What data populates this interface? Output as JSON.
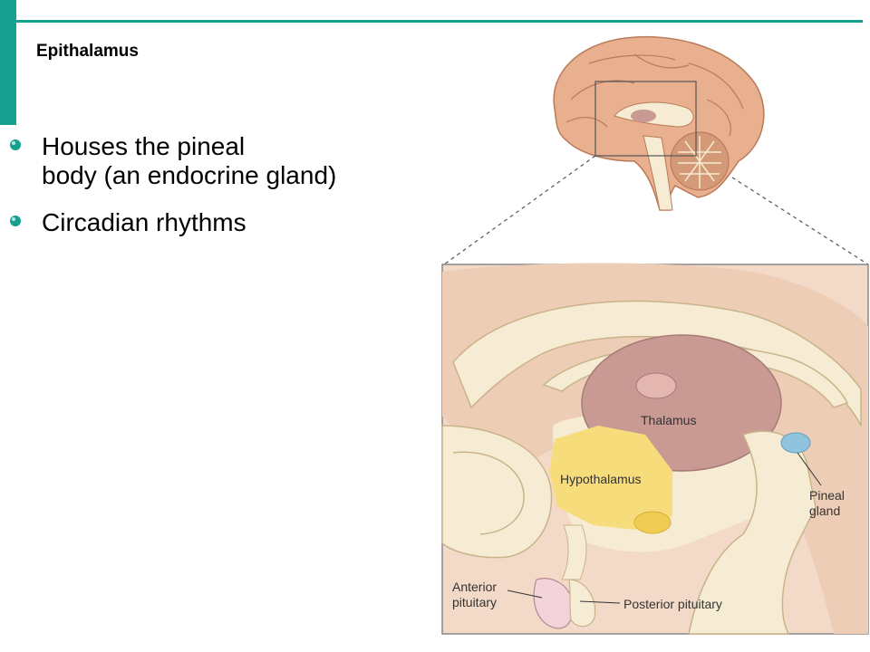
{
  "slide": {
    "title": "Epithalamus",
    "bullets": [
      {
        "line1": "Houses the pineal",
        "line2": "body (an endocrine gland)"
      },
      {
        "line1": "Circadian rhythms",
        "line2": ""
      }
    ]
  },
  "diagram": {
    "labels": {
      "thalamus": "Thalamus",
      "hypothalamus": "Hypothalamus",
      "pineal_line1": "Pineal",
      "pineal_line2": "gland",
      "anterior_line1": "Anterior",
      "anterior_line2": "pituitary",
      "posterior": "Posterior pituitary"
    }
  },
  "colors": {
    "accent": "#16a08f",
    "bullet": "#16a08f",
    "thalamus": "#c99a94",
    "hypothalamus": "#f7dc7c",
    "pineal": "#8fc3de",
    "tissue": "#f6ecd3",
    "brain": "#e8b08f"
  }
}
